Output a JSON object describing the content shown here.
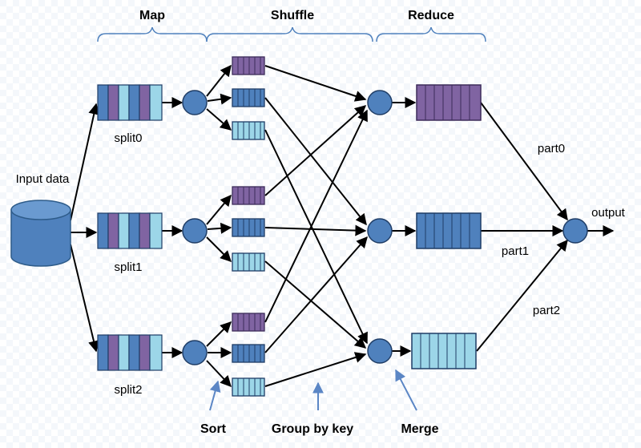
{
  "headers": {
    "map": "Map",
    "shuffle": "Shuffle",
    "reduce": "Reduce"
  },
  "input_label": "Input data",
  "splits": [
    "split0",
    "split1",
    "split2"
  ],
  "parts": [
    "part0",
    "part1",
    "part2"
  ],
  "output_label": "output",
  "annotations": {
    "sort": "Sort",
    "group_by_key": "Group by key",
    "merge": "Merge"
  },
  "colors": {
    "blue": "#4f81bd",
    "purple": "#8064a2",
    "light_blue": "#9cd6e8",
    "edge": "#000000",
    "brace": "#4f81bd",
    "arrow_note": "#5b86c5"
  }
}
